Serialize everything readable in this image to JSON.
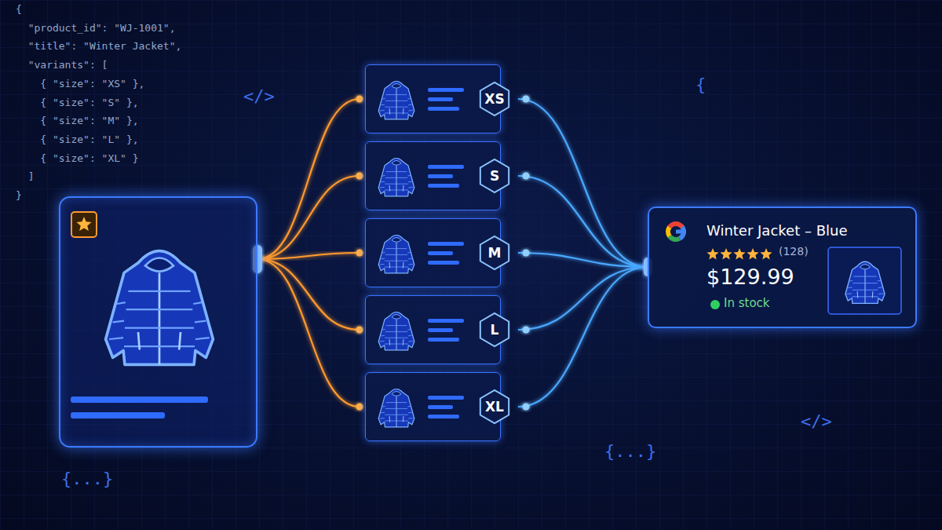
{
  "diagram": {
    "nodes": [
      {
        "text": []
      },
      {
        "text": [
          "XS"
        ]
      },
      {
        "text": [
          "S"
        ]
      },
      {
        "text": [
          "M"
        ]
      },
      {
        "text": [
          "L"
        ]
      },
      {
        "text": [
          "XL"
        ]
      },
      {
        "text": [
          "Winter Jacket – Blue",
          "(128)",
          "$129.99",
          "In stock"
        ]
      }
    ],
    "edges": [
      {
        "from": 0,
        "to": 1,
        "arrow": "none"
      },
      {
        "from": 0,
        "to": 2,
        "arrow": "none"
      },
      {
        "from": 0,
        "to": 3,
        "arrow": "none"
      },
      {
        "from": 0,
        "to": 4,
        "arrow": "none"
      },
      {
        "from": 0,
        "to": 5,
        "arrow": "none"
      },
      {
        "from": 1,
        "to": 6,
        "arrow": "none"
      },
      {
        "from": 2,
        "to": 6,
        "arrow": "none"
      },
      {
        "from": 3,
        "to": 6,
        "arrow": "none"
      },
      {
        "from": 4,
        "to": 6,
        "arrow": "none"
      },
      {
        "from": 5,
        "to": 6,
        "arrow": "none"
      }
    ],
    "labels": [
      "{",
      "  \"product_id\": \"WJ-1001\",",
      "  \"title\": \"Winter Jacket\",",
      "  \"variants\": [",
      "    { \"size\": \"XS\" },",
      "    { \"size\": \"S\" },",
      "    { \"size\": \"M\" },",
      "    { \"size\": \"L\" },",
      "    { \"size\": \"XL\" }",
      "  ]",
      "}",
      "</>",
      "{",
      "</>",
      "{...}",
      "{...}"
    ]
  }
}
